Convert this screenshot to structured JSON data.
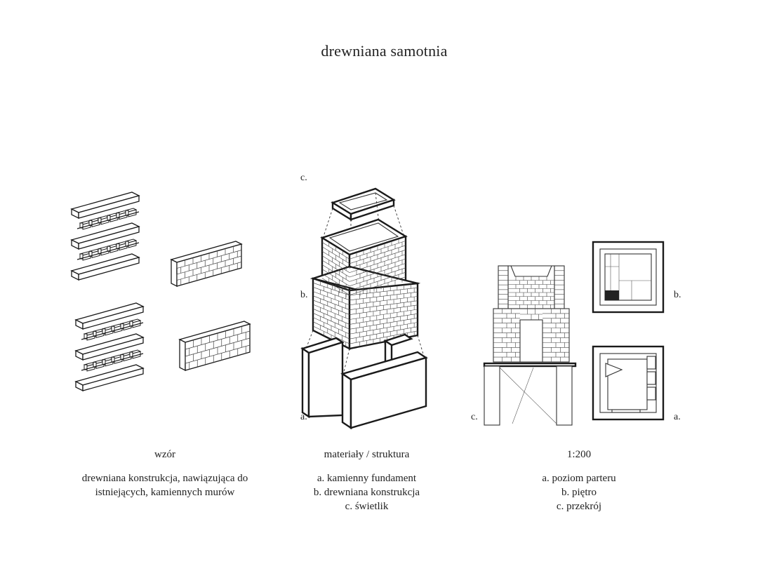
{
  "title": "drewniana samotnia",
  "columns": [
    {
      "heading": "wzór",
      "lines": [
        "drewniana konstrukcja, nawiązująca do",
        "istniejących, kamiennych murów"
      ]
    },
    {
      "heading": "materiały / struktura",
      "lines": [
        "a. kamienny fundament",
        "b. drewniana konstrukcja",
        "c. świetlik"
      ]
    },
    {
      "heading": "1:200",
      "lines": [
        "a. poziom parteru",
        "b. piętro",
        "c. przekrój"
      ]
    }
  ],
  "labels": {
    "exploded_c": "c.",
    "exploded_b": "b.",
    "exploded_a": "a.",
    "section_c": "c.",
    "plan_b": "b.",
    "plan_a": "a."
  },
  "colors": {
    "ink": "#1a1a1a",
    "background": "#ffffff"
  }
}
